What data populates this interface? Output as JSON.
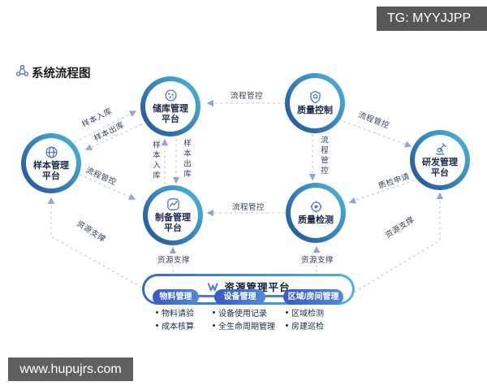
{
  "banners": {
    "tg": "TG: MYYJJPP",
    "watermark": "www.hupujrs.com"
  },
  "header": {
    "title": "系统流程图"
  },
  "nodes": {
    "sample": {
      "line1": "样本管理",
      "line2": "平台"
    },
    "storage": {
      "line1": "储库管理",
      "line2": "平台"
    },
    "qc": {
      "line1": "质量控制",
      "line2": ""
    },
    "rd": {
      "line1": "研发管理",
      "line2": "平台"
    },
    "prep": {
      "line1": "制备管理",
      "line2": "平台"
    },
    "qt": {
      "line1": "质量检测",
      "line2": ""
    }
  },
  "edge_labels": {
    "qc_storage": "流程管控",
    "sample_storage": "样本入库",
    "storage_sample": "样本出库",
    "prep_storage": "样本入库",
    "storage_prep": "样本出库",
    "qc_qt": "流程管控",
    "qc_rd": "流程管控",
    "qt_prep": "流程管控",
    "rd_qt": "质检申请",
    "sample_prep": "流程管控",
    "res_sample": "资源支撑",
    "res_prep": "资源支撑",
    "res_qt": "资源支撑",
    "res_rd": "资源支撑"
  },
  "resource": {
    "title": "资源管理平台",
    "groups": [
      {
        "pill": "物料管理",
        "items": [
          "物料请验",
          "成本核算"
        ]
      },
      {
        "pill": "设备管理",
        "items": [
          "设备使用记录",
          "全生命周期管理"
        ]
      },
      {
        "pill": "区域/房间管理",
        "items": [
          "区域检测",
          "房建巡检"
        ]
      }
    ]
  },
  "colors": {
    "ring_start": "#27599f",
    "ring_end": "#49b0d6",
    "pill": "#3a58c4",
    "dash": "#c9cfdc",
    "arrow": "#93a3da",
    "node_text": "#1b2a4c",
    "banner_bg": "#575757",
    "icon_blue": "#4b79cc"
  }
}
